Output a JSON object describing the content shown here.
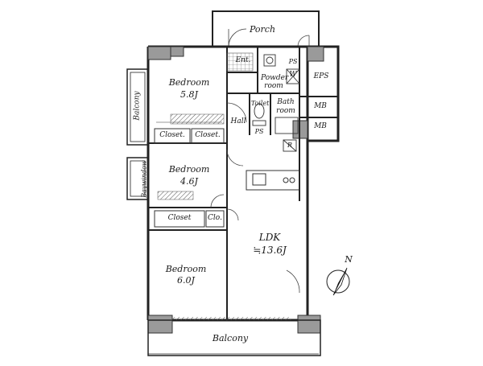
{
  "rooms": {
    "porch": "Porch",
    "entrance": "Ent.",
    "powder_room": {
      "line1": "Powder",
      "line2": "room"
    },
    "washer": "W",
    "ps_top": "PS",
    "eps": "EPS",
    "toilet": "Toilet",
    "bath_room": {
      "line1": "Bath",
      "line2": "room"
    },
    "ps_bottom": "PS",
    "mb_top": "MB",
    "mb_bottom": "MB",
    "refrigerator": "R",
    "hall": "Hall",
    "bedroom1": {
      "name": "Bedroom",
      "size": "5.8J"
    },
    "balcony_left": "Balcony",
    "closet_a": "Closet.",
    "closet_b": "Closet.",
    "bedroom2": {
      "name": "Bedroom",
      "size": "4.6J"
    },
    "baywindow": "Baywindow",
    "closet_c": "Closet",
    "clo": "Clo.",
    "ldk": {
      "name": "LDK",
      "size": "≒13.6J"
    },
    "bedroom3": {
      "name": "Bedroom",
      "size": "6.0J"
    },
    "balcony_bottom": "Balcony"
  },
  "compass": {
    "label": "N"
  }
}
